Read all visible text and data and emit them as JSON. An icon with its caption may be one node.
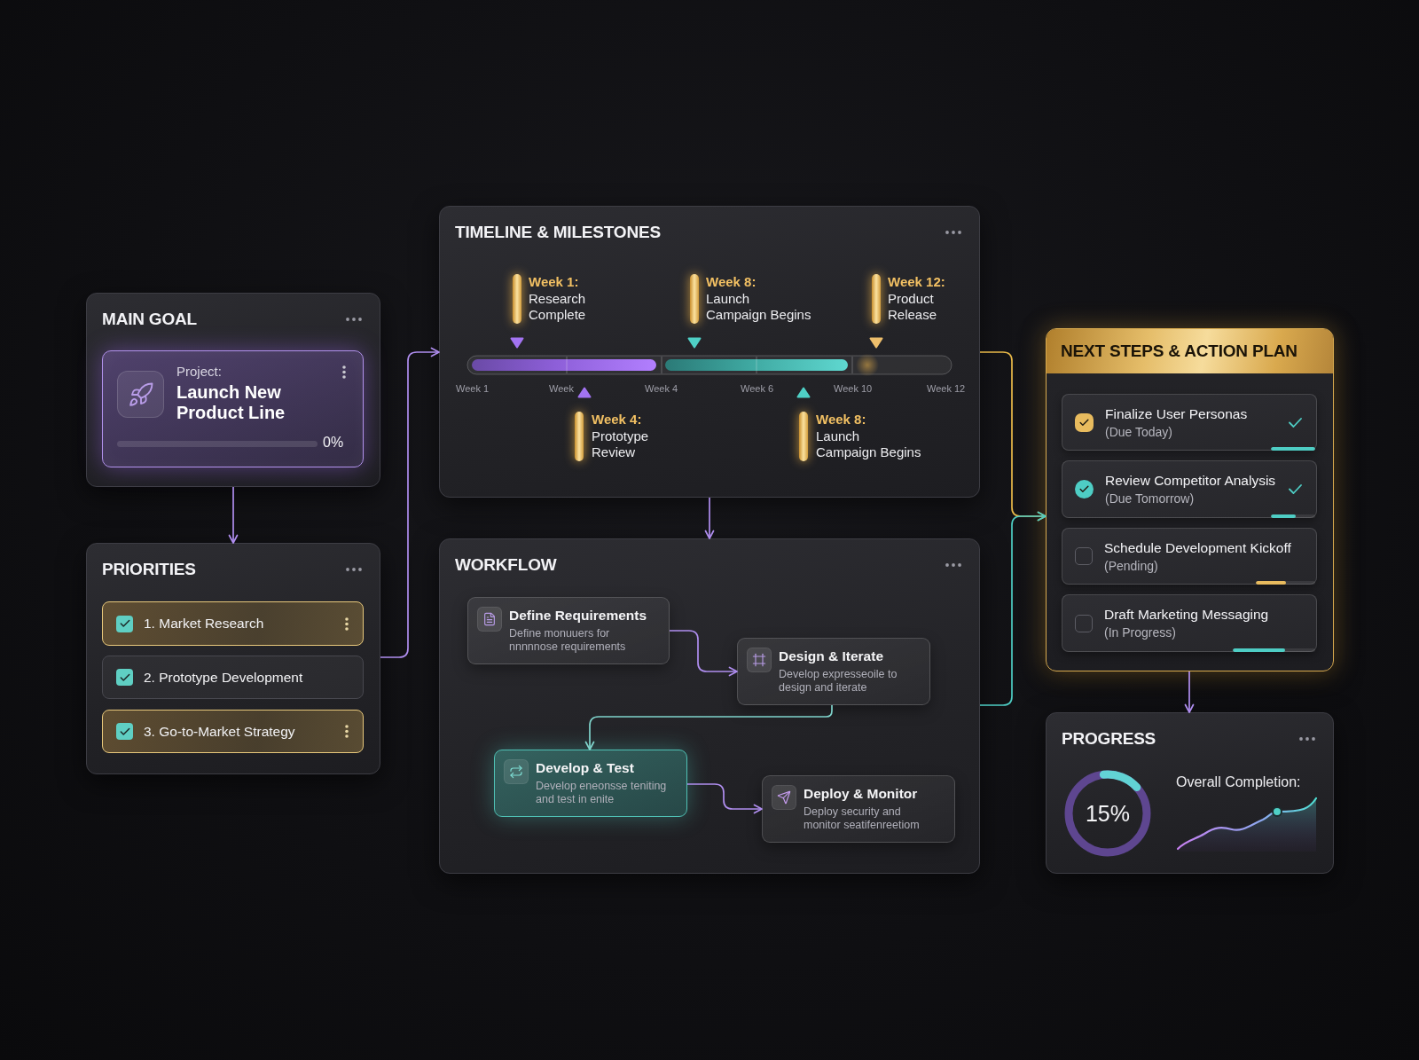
{
  "diagram": {
    "nodes": [
      {
        "text": [
          "MAIN GOAL"
        ]
      },
      {
        "text": [
          "Project:",
          "Launch New Product Line",
          "0%"
        ],
        "in": 0
      },
      {
        "text": [
          "PRIORITIES"
        ]
      },
      {
        "text": [
          "1. Market Research"
        ],
        "in": 2
      },
      {
        "text": [
          "2. Prototype Development"
        ],
        "in": 2
      },
      {
        "text": [
          "3. Go-to-Market Strategy"
        ],
        "in": 2
      },
      {
        "text": [
          "TIMELINE & MILESTONES"
        ]
      },
      {
        "text": [
          "WORKFLOW"
        ]
      },
      {
        "text": [
          "Define Requirements",
          "Define monuuers for nnnnnose requirements"
        ],
        "in": 7
      },
      {
        "text": [
          "Design & Iterate",
          "Develop expresseoile to design and iterate"
        ],
        "in": 7
      },
      {
        "text": [
          "Develop & Test",
          "Develop eneonsse teniting and test in enite"
        ],
        "in": 7
      },
      {
        "text": [
          "Deploy & Monitor",
          "Deploy security and monitor seatifenreetiom"
        ],
        "in": 7
      },
      {
        "text": [
          "NEXT STEPS & ACTION PLAN"
        ]
      },
      {
        "text": [
          "Finalize User Personas",
          "(Due Today)"
        ],
        "in": 12
      },
      {
        "text": [
          "Review Competitor Analysis",
          "(Due Tomorrow)"
        ],
        "in": 12
      },
      {
        "text": [
          "Schedule Development Kickoff",
          "(Pending)"
        ],
        "in": 12
      },
      {
        "text": [
          "Draft Marketing Messaging",
          "(In Progress)"
        ],
        "in": 12
      },
      {
        "text": [
          "PROGRESS",
          "15%",
          "Overall Completion:"
        ]
      }
    ],
    "edges": [
      {
        "from": 0,
        "to": 2,
        "arrow": "to"
      },
      {
        "from": 2,
        "to": 6,
        "arrow": "to"
      },
      {
        "from": 6,
        "to": 7,
        "arrow": "to"
      },
      {
        "from": 6,
        "to": 12,
        "arrow": "to",
        "color": "#e9b949"
      },
      {
        "from": 7,
        "to": 12,
        "arrow": "to",
        "color": "#4ecdc4"
      },
      {
        "from": 12,
        "to": 17,
        "arrow": "to"
      },
      {
        "from": 8,
        "to": 9,
        "arrow": "to"
      },
      {
        "from": 9,
        "to": 10,
        "arrow": "to",
        "color": "#7fd3cb"
      },
      {
        "from": 10,
        "to": 11,
        "arrow": "to"
      }
    ],
    "labels": [
      "Week 1:",
      "Research Complete",
      "Week 8:",
      "Launch Campaign Begins",
      "Week 12:",
      "Product Release",
      "Week 1",
      "Week",
      "Week 4",
      "Week 6",
      "Week 10",
      "Week 12",
      "Week 4:",
      "Prototype Review",
      "Week 8:",
      "Launch Campaign Begins"
    ]
  }
}
